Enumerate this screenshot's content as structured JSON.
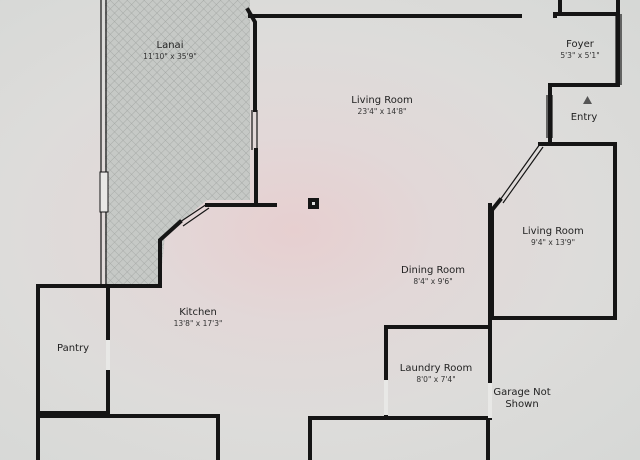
{
  "rooms": {
    "lanai": {
      "name": "Lanai",
      "dims": "11'10\" x 35'9\""
    },
    "living_room": {
      "name": "Living Room",
      "dims": "23'4\" x 14'8\""
    },
    "foyer": {
      "name": "Foyer",
      "dims": "5'3\" x 5'1\""
    },
    "entry": {
      "name": "Entry"
    },
    "living_room_2": {
      "name": "Living Room",
      "dims": "9'4\" x 13'9\""
    },
    "dining_room": {
      "name": "Dining Room",
      "dims": "8'4\" x 9'6\""
    },
    "kitchen": {
      "name": "Kitchen",
      "dims": "13'8\" x 17'3\""
    },
    "pantry": {
      "name": "Pantry"
    },
    "laundry_room": {
      "name": "Laundry Room",
      "dims": "8'0\" x 7'4\""
    },
    "garage": {
      "name": "Garage Not\nShown"
    }
  },
  "colors": {
    "background": "#dcdcda",
    "wall": "#151515",
    "lanai_fill": "#c9ccc9"
  }
}
